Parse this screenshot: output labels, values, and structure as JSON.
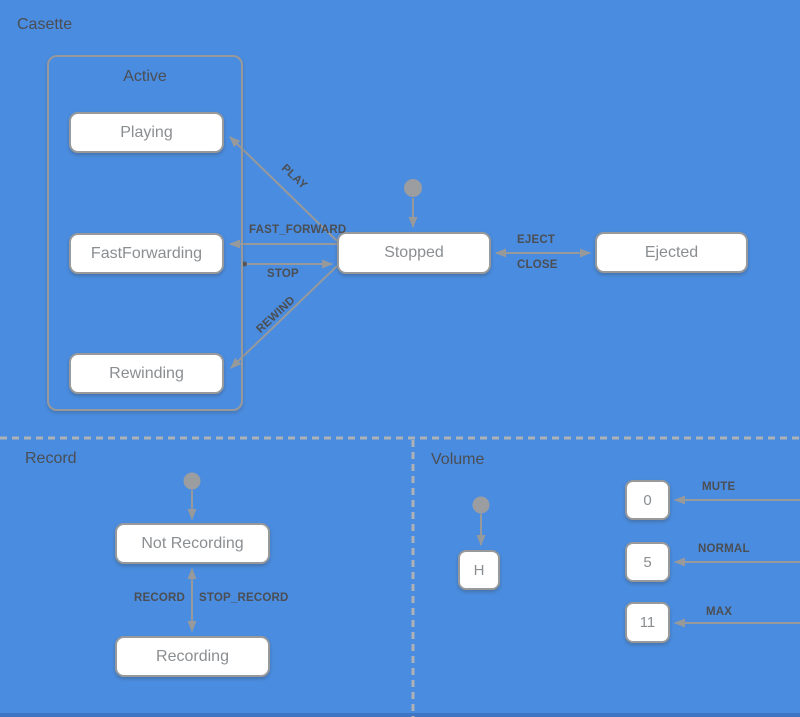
{
  "colors": {
    "background": "#4a8cdf",
    "wire": "#97999b",
    "state_fill": "#ffffff",
    "state_border": "#97999b",
    "state_text": "#8b8e91",
    "label_text": "#4b4e53",
    "divider": "#aeb2b6",
    "bottom_strip": "#3f76c3"
  },
  "cassette": {
    "title": "Casette",
    "active": {
      "label": "Active",
      "states": [
        "Playing",
        "FastForwarding",
        "Rewinding"
      ]
    },
    "stopped": "Stopped",
    "ejected": "Ejected",
    "events": {
      "play": "PLAY",
      "fast_forward": "FAST_FORWARD",
      "stop": "STOP",
      "rewind": "REWIND",
      "eject": "EJECT",
      "close": "CLOSE"
    }
  },
  "record": {
    "title": "Record",
    "not_recording": "Not Recording",
    "recording": "Recording",
    "events": {
      "record": "RECORD",
      "stop_record": "STOP_RECORD"
    }
  },
  "volume": {
    "title": "Volume",
    "initial": "H",
    "levels": [
      "0",
      "5",
      "11"
    ],
    "events": {
      "mute": "MUTE",
      "normal": "NORMAL",
      "max": "MAX"
    }
  }
}
